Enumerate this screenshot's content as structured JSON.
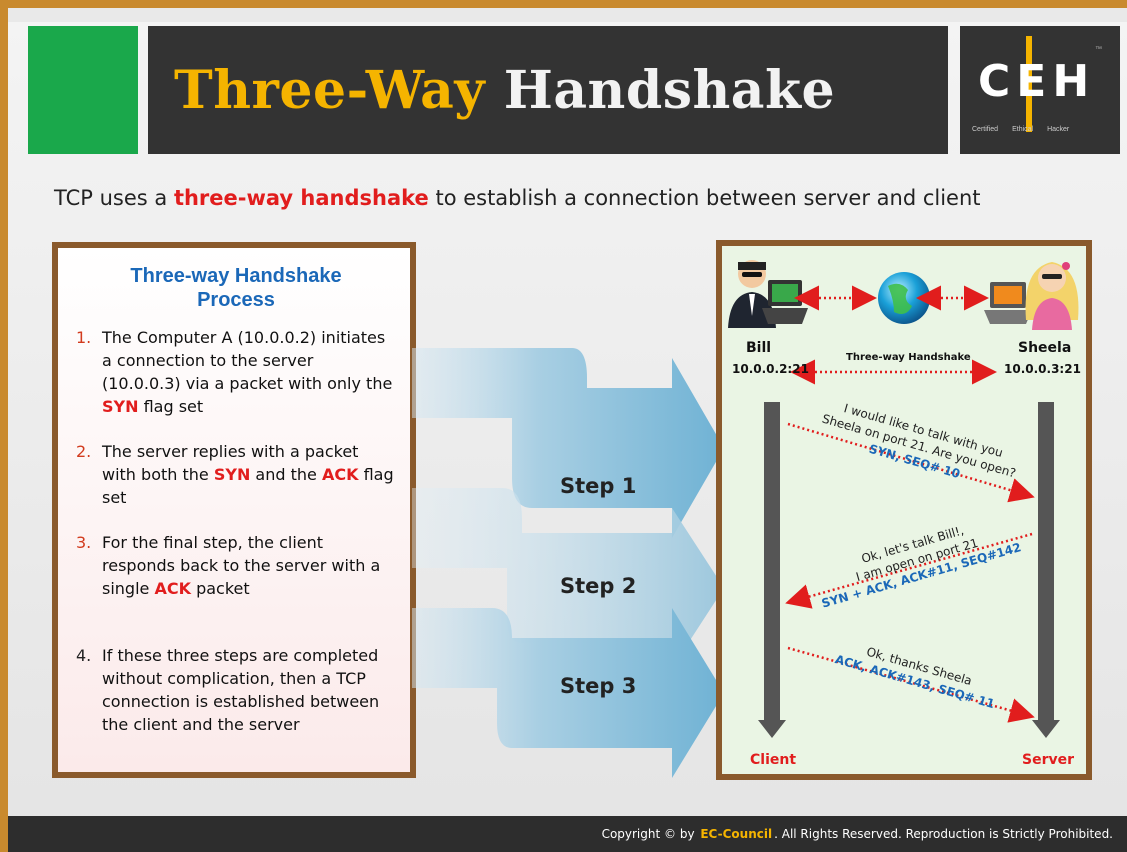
{
  "header": {
    "title_accent": "Three-Way",
    "title_rest": "Handshake",
    "logo": {
      "letters": "CEH",
      "tag_1": "Certified",
      "tag_2": "Ethical",
      "tag_3": "Hacker",
      "tm": "™"
    }
  },
  "intro": {
    "before": "TCP uses a ",
    "highlight": "three-way handshake",
    "after": " to establish a connection between server and client"
  },
  "process": {
    "title_line1": "Three-way Handshake",
    "title_line2": "Process",
    "steps": [
      {
        "num": "1.",
        "a": "The Computer A (10.0.0.2) initiates a connection to the server (10.0.0.3) via a packet with only the ",
        "k1": "SYN",
        "b": " flag set"
      },
      {
        "num": "2.",
        "a": "The server replies with a packet with both the ",
        "k1": "SYN",
        "b": " and the ",
        "k2": "ACK",
        "c": " flag set"
      },
      {
        "num": "3.",
        "a": "For the final step, the client responds back to the server with a single ",
        "k1": "ACK",
        "b": " packet"
      },
      {
        "num": "4.",
        "a": "If these three steps are completed without complication, then a TCP connection is established between the client and the server"
      }
    ]
  },
  "arrows": {
    "step1": "Step 1",
    "step2": "Step 2",
    "step3": "Step 3"
  },
  "diagram": {
    "left_name": "Bill",
    "left_addr": "10.0.0.2:21",
    "right_name": "Sheela",
    "right_addr": "10.0.0.3:21",
    "link_label": "Three-way Handshake",
    "msg1_line1": "I would like to talk with you",
    "msg1_line2": "Sheela on port 21. Are you open?",
    "msg1_flags": "SYN, SEQ# 10",
    "msg2_line1": "Ok, let's talk Bill!,",
    "msg2_line2": "I am open on port 21",
    "msg2_flags": "SYN + ACK, ACK#11, SEQ#142",
    "msg3_line1": "Ok, thanks Sheela",
    "msg3_flags": "ACK, ACK#143, SEQ# 11",
    "client_label": "Client",
    "server_label": "Server"
  },
  "footer": {
    "before": "Copyright © by ",
    "brand": "EC-Council",
    "after": ". All Rights Reserved. Reproduction is Strictly Prohibited."
  }
}
